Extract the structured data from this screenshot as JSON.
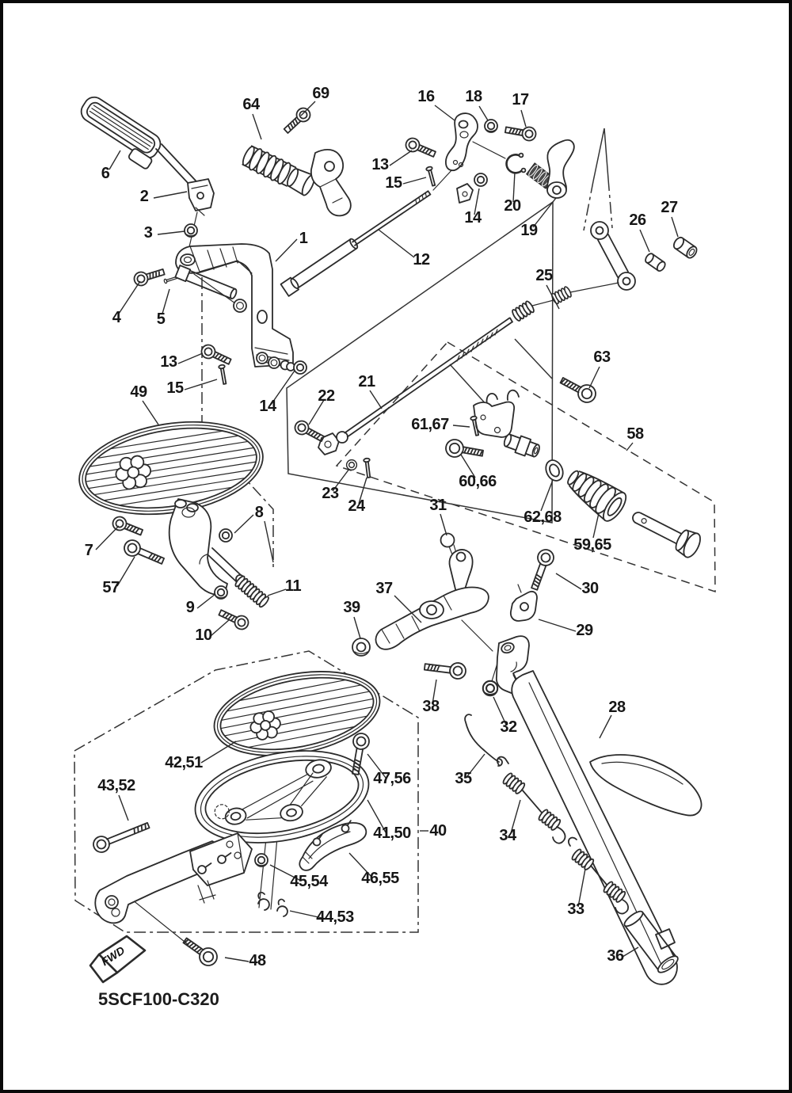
{
  "diagram": {
    "code": "5SCF100-C320",
    "fwd_marker": "FWD",
    "colors": {
      "background": "#ffffff",
      "line": "#2b2b2b",
      "label": "#161616",
      "border": "#000000"
    },
    "callouts": {
      "c1": "1",
      "c2": "2",
      "c3": "3",
      "c4": "4",
      "c5": "5",
      "c6": "6",
      "c7": "7",
      "c8": "8",
      "c9": "9",
      "c10": "10",
      "c11": "11",
      "c12": "12",
      "c13": "13",
      "c14": "14",
      "c15": "15",
      "c16": "16",
      "c17": "17",
      "c18": "18",
      "c19": "19",
      "c20": "20",
      "c21": "21",
      "c22": "22",
      "c23": "23",
      "c24": "24",
      "c25": "25",
      "c26": "26",
      "c27": "27",
      "c28": "28",
      "c29": "29",
      "c30": "30",
      "c31": "31",
      "c32": "32",
      "c33": "33",
      "c34": "34",
      "c35": "35",
      "c36": "36",
      "c37": "37",
      "c38": "38",
      "c39": "39",
      "c40": "40",
      "c48": "48",
      "c49": "49",
      "c57": "57",
      "c58": "58",
      "c63": "63",
      "c64": "64",
      "c69": "69",
      "c41_50": "41,50",
      "c42_51": "42,51",
      "c43_52": "43,52",
      "c44_53": "44,53",
      "c45_54": "45,54",
      "c46_55": "46,55",
      "c47_56": "47,56",
      "c59_65": "59,65",
      "c60_66": "60,66",
      "c61_67": "61,67",
      "c62_68": "62,68"
    }
  }
}
